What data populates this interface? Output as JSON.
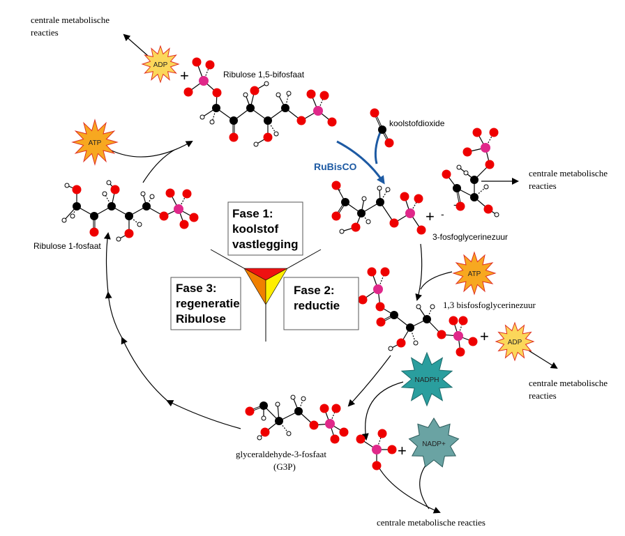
{
  "labels": {
    "central_top_left": [
      "centrale metabolische",
      "reacties"
    ],
    "central_right_top": [
      "centrale metabolische",
      "reacties"
    ],
    "central_right_mid": [
      "centrale metabolische",
      "reacties"
    ],
    "central_bottom": "centrale metabolische reacties",
    "ribulose_bp": "Ribulose 1,5-bifosfaat",
    "co2": "koolstofdioxide",
    "rubisco": "RuBisCO",
    "pga": "3-fosfoglycerinezuur",
    "bpg": "1,3 bisfosfoglycerinezuur",
    "g3p": [
      "glyceraldehyde-3-fosfaat",
      "(G3P)"
    ],
    "ribulose_p": "Ribulose 1-fosfaat",
    "plus": "+",
    "minus": "-"
  },
  "stars": {
    "adp_top": "ADP",
    "atp_left": "ATP",
    "atp_right": "ATP",
    "adp_right": "ADP",
    "nadph": "NADPH",
    "nadp": "NADP+"
  },
  "phases": {
    "fase1": [
      "Fase 1:",
      "koolstof",
      "vastlegging"
    ],
    "fase2": [
      "Fase 2:",
      "reductie"
    ],
    "fase3": [
      "Fase 3:",
      "regeneratie",
      "Ribulose"
    ]
  },
  "colors": {
    "carbon": "#000000",
    "oxygen": "#ee0000",
    "phosphorus": "#e0288a",
    "hydrogen": "#ffffff",
    "star_yellow": "#fbd75a",
    "star_orange": "#f7a820",
    "star_teal": "#2a9e9e",
    "star_grayteal": "#6aa3a3",
    "rubisco_blue": "#1d5aa3",
    "phase1": "#ee1111",
    "phase2": "#ffee00",
    "phase3": "#f08000"
  }
}
